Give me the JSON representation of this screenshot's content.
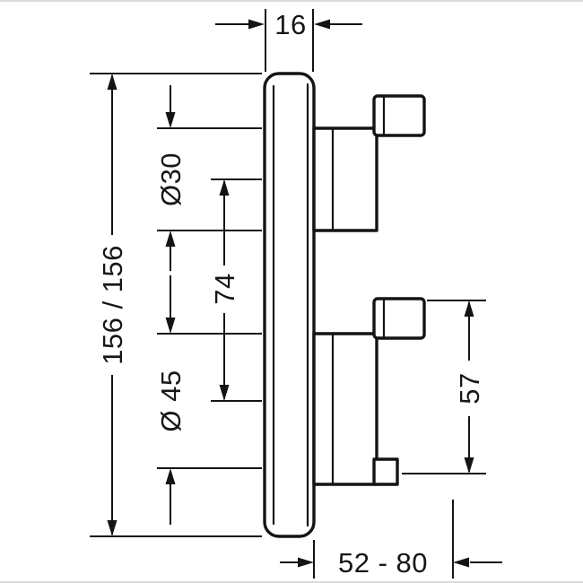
{
  "drawing": {
    "kind": "technical installation drawing, side view",
    "subject": "Concealed thermostatic shower mixer trim: faceplate with two control handles",
    "units": "mm",
    "ink_color": "#141414",
    "paper_color": "#ffffff"
  },
  "dims": {
    "plate_thickness": {
      "label": "16"
    },
    "overall_height": {
      "label": "156 / 156"
    },
    "upper_handle_dia": {
      "label": "Ø30"
    },
    "handle_center_distance": {
      "label": "74"
    },
    "lower_escutcheon_dia": {
      "label": "Ø 45"
    },
    "lower_handle_height": {
      "label": "57"
    },
    "install_depth_range": {
      "label": "52 - 80"
    }
  }
}
